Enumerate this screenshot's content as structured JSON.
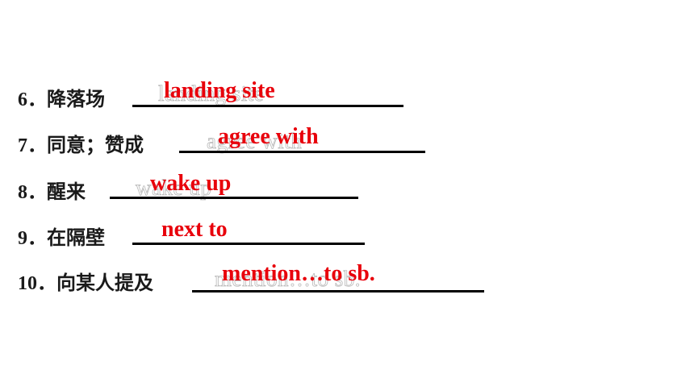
{
  "items": [
    {
      "prompt": "6．降落场",
      "answer": "landing site"
    },
    {
      "prompt": "7．同意；赞成",
      "answer": "agree with"
    },
    {
      "prompt": "8．醒来",
      "answer": "wake up"
    },
    {
      "prompt": "9．在隔壁",
      "answer": "next to"
    },
    {
      "prompt": "10．向某人提及",
      "answer": "mention…to sb."
    }
  ],
  "colors": {
    "answer": "#e8000b",
    "prompt": "#1a1a1a",
    "underline": "#000000",
    "ghost": "#b8b8b8"
  }
}
